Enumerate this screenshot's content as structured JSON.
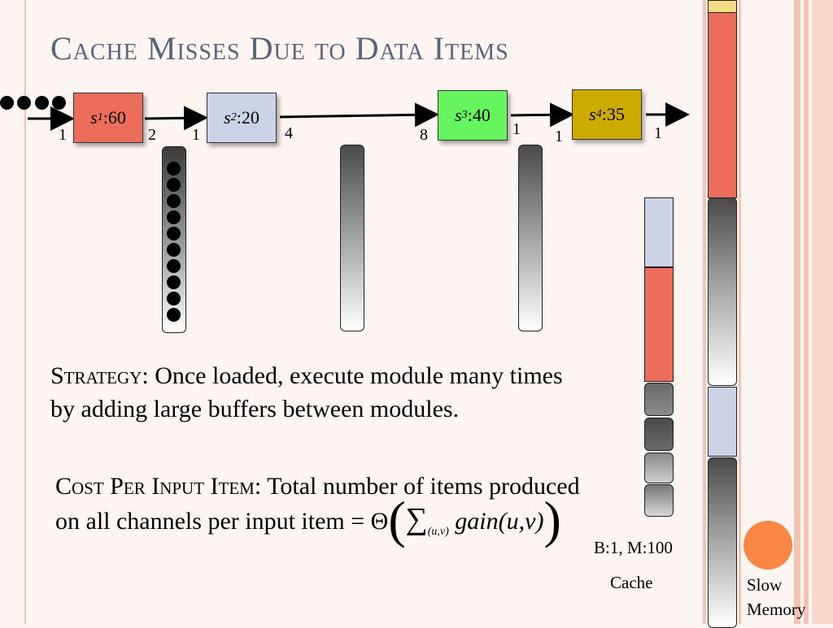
{
  "title": "Cache Misses Due to Data Items",
  "pipeline": {
    "modules": [
      {
        "var": "s",
        "sub": "1",
        "value": ":60",
        "color": "#ec6d5b"
      },
      {
        "var": "s",
        "sub": "2",
        "value": ":20",
        "color": "#ccd3e6"
      },
      {
        "var": "s",
        "sub": "3",
        "value": ":40",
        "color": "#66f55e"
      },
      {
        "var": "s",
        "sub": "4",
        "value": ":35",
        "color": "#ccaa00"
      }
    ],
    "rates": [
      "1",
      "2",
      "1",
      "4",
      "8",
      "1",
      "1",
      "1"
    ]
  },
  "strategy": {
    "label": "Strategy:",
    "text": " Once loaded, execute module many times by adding large buffers between modules."
  },
  "cost": {
    "label": "Cost Per Input Item:",
    "text": " Total number of items produced on all channels per input item",
    "formula": {
      "equals": "=",
      "theta": "Θ",
      "sum": "∑",
      "subscript": "(u,v)",
      "func": "gain",
      "args": "(u,v)"
    }
  },
  "cache": {
    "config": "B:1, M:100",
    "label": "Cache"
  },
  "slow_memory": {
    "label_line1": "Slow",
    "label_line2": "Memory",
    "indicator_color": "#f78743"
  }
}
